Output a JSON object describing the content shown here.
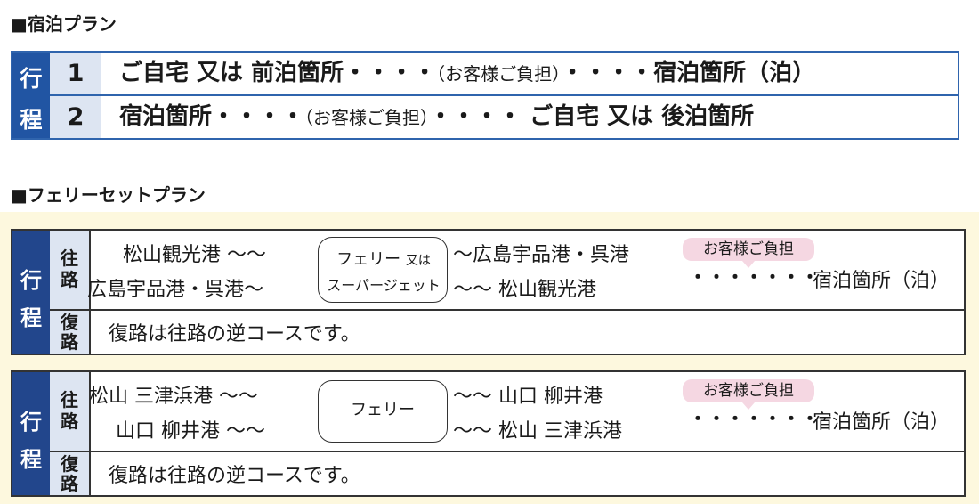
{
  "section1": {
    "heading": "■宿泊プラン",
    "label_top": "行",
    "label_bottom": "程",
    "row1": {
      "num": "1",
      "from": "ご自宅 又は 前泊箇所・・・・",
      "paren": "（お客様ご負担）",
      "to": "・・・・宿泊箇所（泊）"
    },
    "row2": {
      "num": "2",
      "from": "宿泊箇所・・・・",
      "paren": "（お客様ご負担）",
      "to": "・・・・ ご自宅 又は 後泊箇所"
    }
  },
  "section2": {
    "heading": "■フェリーセットプラン",
    "table1": {
      "label_top": "行",
      "label_bottom": "程",
      "outbound_label": [
        "往",
        "路"
      ],
      "return_label": [
        "復",
        "路"
      ],
      "left_line1": "松山観光港 〜〜",
      "left_line2": "広島宇品港・呉港〜",
      "pill_line1": "フェリー",
      "pill_small": "又は",
      "pill_line2": "スーパージェット",
      "right_line1": "〜広島宇品港・呉港",
      "right_line2": "〜〜 松山観光港",
      "badge": "お客様ご負担",
      "dots": "・・・・・・・",
      "dest": "宿泊箇所（泊）",
      "return_text": "復路は往路の逆コースです。"
    },
    "table2": {
      "label_top": "行",
      "label_bottom": "程",
      "outbound_label": [
        "往",
        "路"
      ],
      "return_label": [
        "復",
        "路"
      ],
      "left_line1": "松山 三津浜港 〜〜",
      "left_line2": "山口 柳井港 〜〜",
      "pill": "フェリー",
      "right_line1": "〜〜 山口 柳井港",
      "right_line2": "〜〜 松山 三津浜港",
      "badge": "お客様ご負担",
      "dots": "・・・・・・・",
      "dest": "宿泊箇所（泊）",
      "return_text": "復路は往路の逆コースです。"
    }
  },
  "colors": {
    "blue_label": "#2155a3",
    "navy_label": "#22468c",
    "light_cell": "#dde5f2",
    "cream_bg": "#fdf8de",
    "badge_pink": "#f5d7e2"
  }
}
